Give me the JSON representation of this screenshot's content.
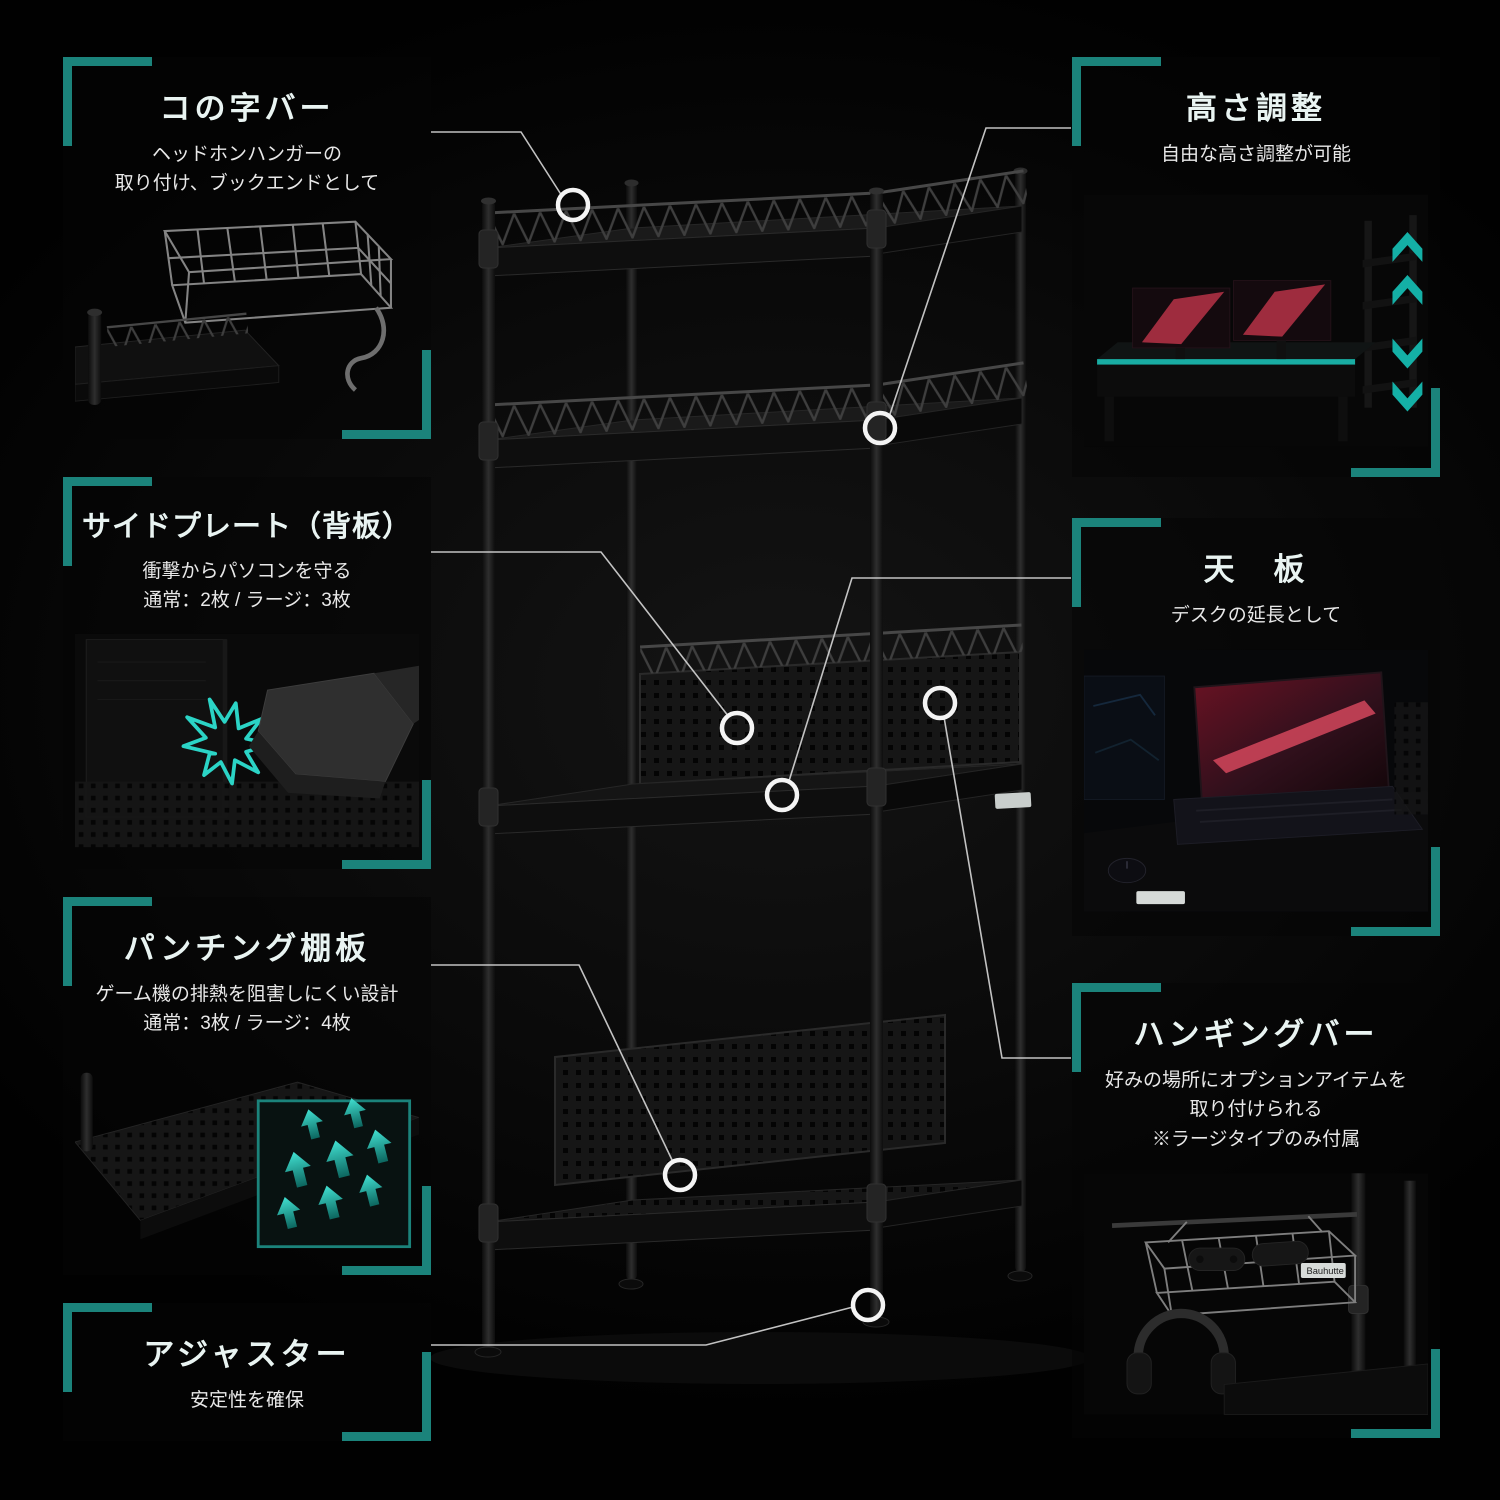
{
  "page": {
    "background": "#000000"
  },
  "colors": {
    "accent_teal": "#1bb3a8",
    "corner_teal": "#1b837b",
    "marker_white": "#f4f4f4",
    "screen_red": "#c23049"
  },
  "brand": {
    "tag": "Bauhutte"
  },
  "features": {
    "u_bar": {
      "title": "コの字バー",
      "desc1": "ヘッドホンハンガーの",
      "desc2": "取り付け、ブックエンドとして"
    },
    "side_plate": {
      "title": "サイドプレート（背板）",
      "desc1": "衝撃からパソコンを守る",
      "desc2": "通常：2枚 / ラージ：3枚"
    },
    "punched_shelf": {
      "title": "パンチング棚板",
      "desc1": "ゲーム機の排熱を阻害しにくい設計",
      "desc2": "通常：3枚 / ラージ：4枚"
    },
    "adjuster": {
      "title": "アジャスター",
      "desc1": "安定性を確保"
    },
    "height_adjust": {
      "title": "高さ調整",
      "desc1": "自由な高さ調整が可能"
    },
    "top_board": {
      "title": "天　板",
      "desc1": "デスクの延長として"
    },
    "hanging_bar": {
      "title": "ハンギングバー",
      "desc1": "好みの場所にオプションアイテムを",
      "desc2": "取り付けられる",
      "desc3": "※ラージタイプのみ付属"
    }
  }
}
